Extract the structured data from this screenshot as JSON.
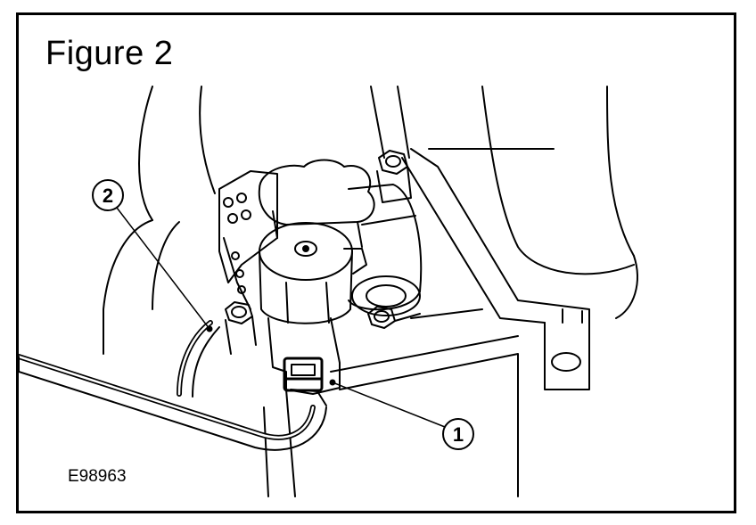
{
  "figure": {
    "title": "Figure 2",
    "code": "E98963"
  },
  "callouts": [
    {
      "id": "callout-1",
      "label": "1"
    },
    {
      "id": "callout-2",
      "label": "2"
    }
  ],
  "colors": {
    "line": "#000000",
    "background": "#ffffff"
  }
}
